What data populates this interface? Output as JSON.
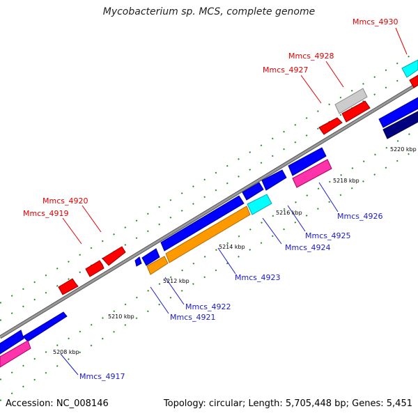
{
  "title": "Mycobacterium sp. MCS, complete genome",
  "footer": {
    "accession": "Accession: NC_008146",
    "stats": "Topology: circular; Length: 5,705,448 bp; Genes: 5,451"
  },
  "colors": {
    "backbone": "#808080",
    "dots": "#2a8a2a",
    "label_red": "#e00000",
    "label_blue": "#1a1acc"
  },
  "scale_ticks": [
    "5208 kbp",
    "5210 kbp",
    "5212 kbp",
    "5214 kbp",
    "5216 kbp",
    "5218 kbp",
    "5220 kbp"
  ],
  "gene_labels": [
    {
      "text": "Mmcs_4930",
      "color": "red"
    },
    {
      "text": "Mmcs_4928",
      "color": "red"
    },
    {
      "text": "Mmcs_4927",
      "color": "red"
    },
    {
      "text": "Mmcs_4920",
      "color": "red"
    },
    {
      "text": "Mmcs_4919",
      "color": "red"
    },
    {
      "text": "Mmcs_4926",
      "color": "blue"
    },
    {
      "text": "Mmcs_4925",
      "color": "blue"
    },
    {
      "text": "Mmcs_4924",
      "color": "blue"
    },
    {
      "text": "Mmcs_4923",
      "color": "blue"
    },
    {
      "text": "Mmcs_4922",
      "color": "blue"
    },
    {
      "text": "Mmcs_4921",
      "color": "blue"
    },
    {
      "text": "Mmcs_4917",
      "color": "blue"
    }
  ]
}
